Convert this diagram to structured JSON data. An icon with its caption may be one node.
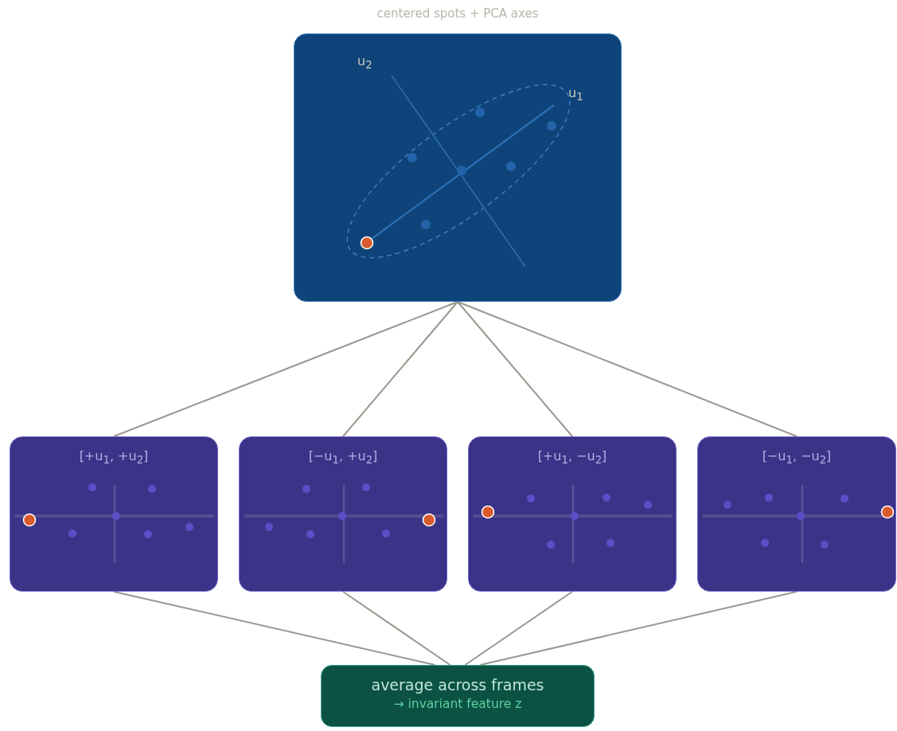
{
  "diagram": {
    "nodes": [
      {
        "text": [
          "centered spots + PCA axes",
          "u$_{2}$",
          "u$_{1}$"
        ]
      },
      {
        "text": [
          "[+u$_{1}$, +u$_{2}$]"
        ]
      },
      {
        "text": [
          "[−u$_{1}$, +u$_{2}$]"
        ]
      },
      {
        "text": [
          "[+u$_{1}$, −u$_{2}$]"
        ]
      },
      {
        "text": [
          "[−u$_{1}$, −u$_{2}$]"
        ]
      },
      {
        "text": [
          "average across frames",
          "→ invariant feature z"
        ]
      }
    ],
    "edges": [
      {
        "from": 0,
        "to": 1,
        "arrow": "none"
      },
      {
        "from": 0,
        "to": 2,
        "arrow": "none"
      },
      {
        "from": 0,
        "to": 3,
        "arrow": "none"
      },
      {
        "from": 0,
        "to": 4,
        "arrow": "none"
      },
      {
        "from": 1,
        "to": 5,
        "arrow": "none"
      },
      {
        "from": 2,
        "to": 5,
        "arrow": "none"
      },
      {
        "from": 3,
        "to": 5,
        "arrow": "none"
      },
      {
        "from": 4,
        "to": 5,
        "arrow": "none"
      }
    ]
  }
}
